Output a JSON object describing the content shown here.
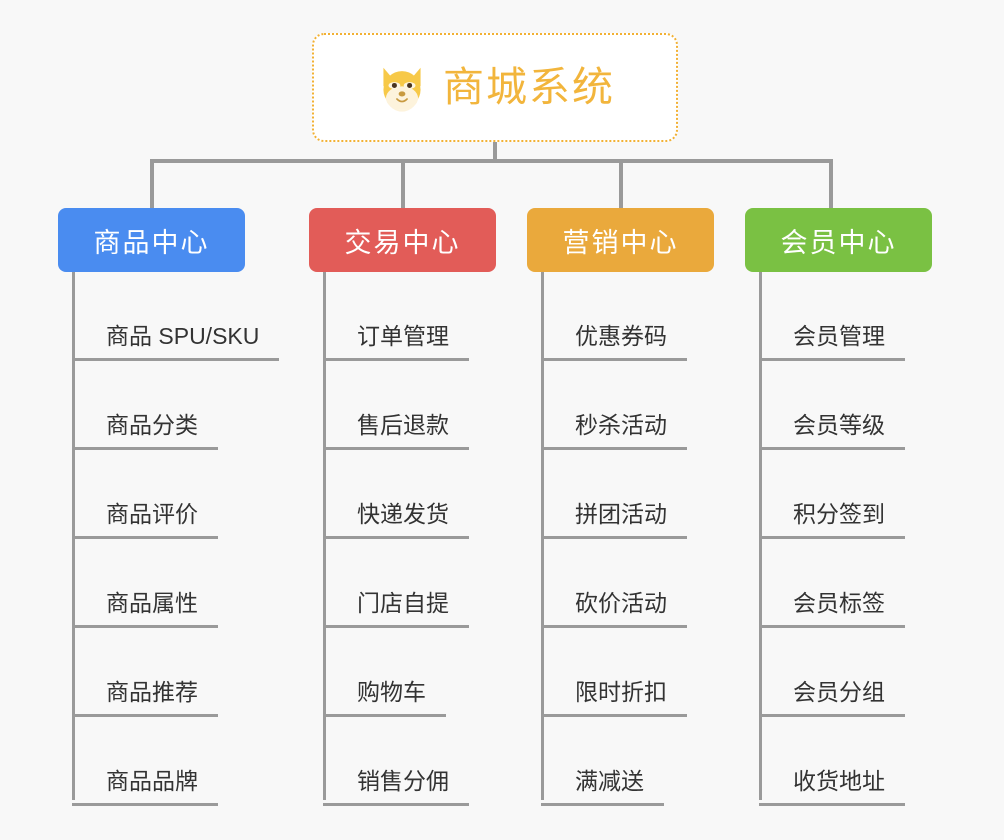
{
  "background_color": "#f8f8f8",
  "root": {
    "title": "商城系统",
    "emoji_name": "shiba-dog-face-icon",
    "border_color": "#f2b134",
    "text_color": "#f2b53c"
  },
  "connector_color": "#9a9a9a",
  "columns": [
    {
      "label": "商品中心",
      "color": "#4a8cf0",
      "items": [
        "商品 SPU/SKU",
        "商品分类",
        "商品评价",
        "商品属性",
        "商品推荐",
        "商品品牌"
      ]
    },
    {
      "label": "交易中心",
      "color": "#e25c58",
      "items": [
        "订单管理",
        "售后退款",
        "快递发货",
        "门店自提",
        "购物车",
        "销售分佣"
      ]
    },
    {
      "label": "营销中心",
      "color": "#eaa93c",
      "items": [
        "优惠券码",
        "秒杀活动",
        "拼团活动",
        "砍价活动",
        "限时折扣",
        "满减送"
      ]
    },
    {
      "label": "会员中心",
      "color": "#7ac143",
      "items": [
        "会员管理",
        "会员等级",
        "积分签到",
        "会员标签",
        "会员分组",
        "收货地址"
      ]
    }
  ]
}
